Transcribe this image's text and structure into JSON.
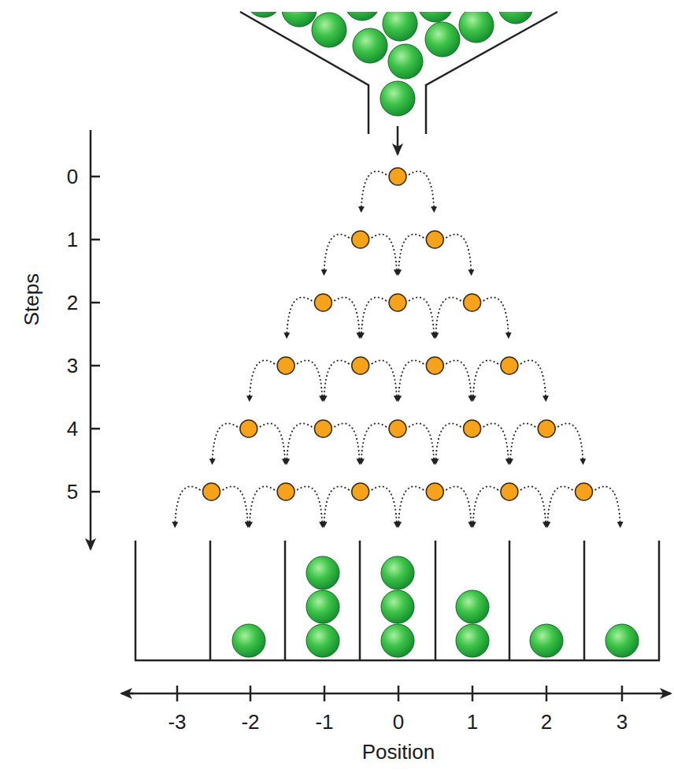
{
  "diagram": {
    "labels": [
      "0",
      "1",
      "2",
      "3",
      "4",
      "5",
      "Steps",
      "-3",
      "-2",
      "-1",
      "0",
      "1",
      "2",
      "3",
      "Position"
    ]
  }
}
